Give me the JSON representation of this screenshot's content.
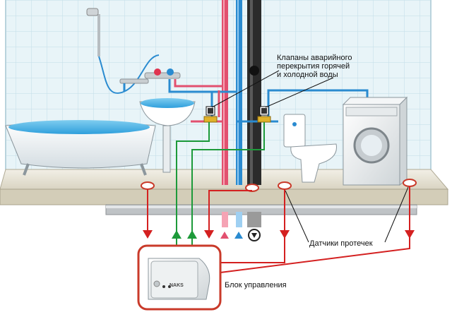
{
  "labels": {
    "valves": [
      "Клапаны аварийного",
      "перекрытия горячей",
      "и  холодной воды"
    ],
    "sensors": "Датчики протечек",
    "control_unit": "Блок управления"
  },
  "device": {
    "brand": "NAKS"
  },
  "colors": {
    "tile_bg": "#e8f4f8",
    "tile_line": "#cbe3ec",
    "hot_pipe": "#e2506f",
    "cold_pipe": "#2a8bd0",
    "sewer_pipe": "#2b2b2b",
    "alarm_line": "#d42020",
    "signal_line": "#1d9a3a",
    "floor": "#eae6d8",
    "frame": "#c93a2a"
  }
}
